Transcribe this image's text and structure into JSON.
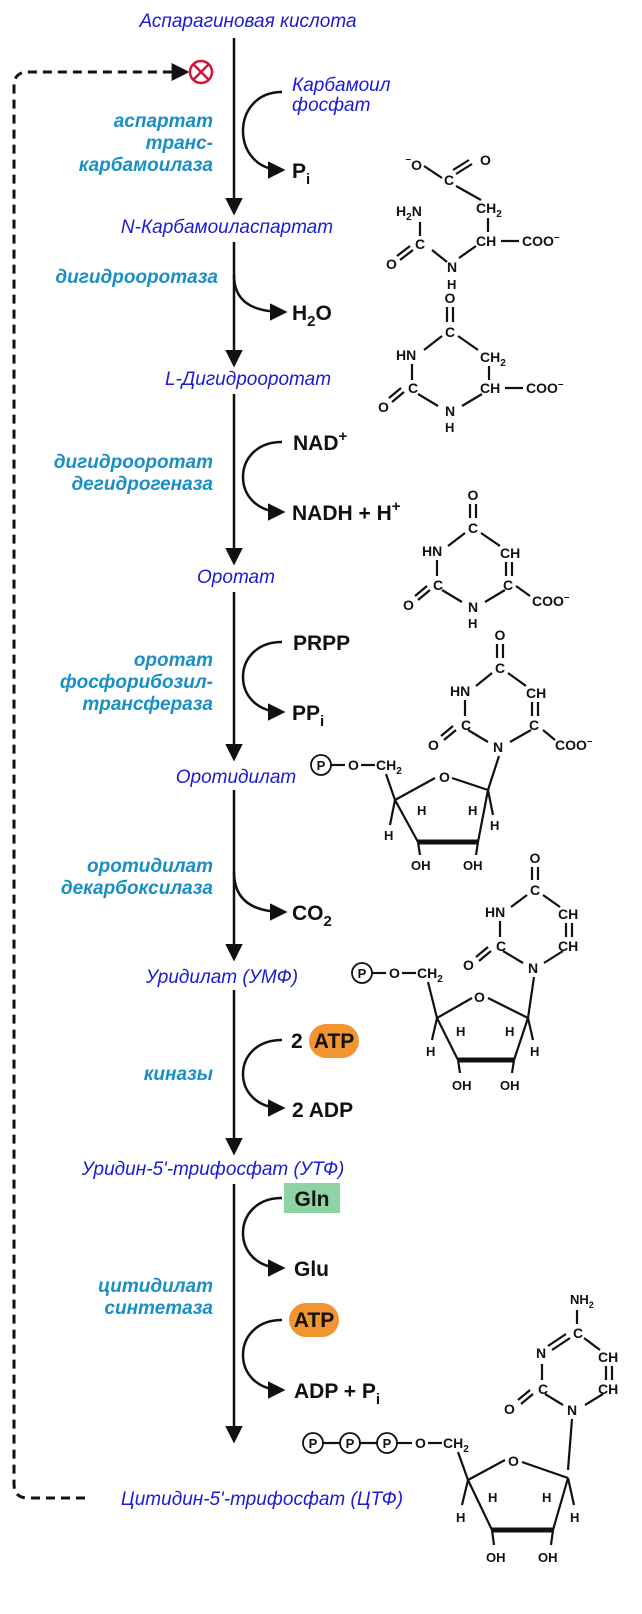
{
  "colors": {
    "metabolite": "#1b1bd0",
    "enzyme": "#1a8fc4",
    "atp_badge": "#f0952f",
    "gln_badge": "#8fd3a5",
    "inhibition": "#d0153c"
  },
  "metabolites": [
    "Аспарагиновая кислота",
    "N-Карбамоиласпартат",
    "L-Дигидрооротат",
    "Оротат",
    "Оротидилат",
    "Уридилат (УМФ)",
    "Уридин-5'-трифосфат (УТФ)",
    "Цитидин-5'-трифосфат (ЦТФ)"
  ],
  "enzymes": [
    [
      "аспартат",
      "транс-",
      "карбамоилаза"
    ],
    [
      "дигидрооротаза"
    ],
    [
      "дигидрооротат",
      "дегидрогеназа"
    ],
    [
      "оротат",
      "фосфорибозил-",
      "трансфераза"
    ],
    [
      "оротидилат",
      "декарбоксилаза"
    ],
    [
      "киназы"
    ],
    [
      "цитидилат",
      "синтетаза"
    ]
  ],
  "side_inputs": {
    "carbamoyl": [
      "Карбамоил",
      "фосфат"
    ],
    "nad": "NAD",
    "prpp": "PRPP",
    "atp_2": "2",
    "atp": "ATP",
    "gln": "Gln"
  },
  "side_outputs": {
    "pi": "P",
    "h2o": "H",
    "nadh": "NADH + H",
    "ppi": "PP",
    "co2": "CO",
    "adp_2": "2 ADP",
    "glu": "Glu",
    "adp_pi": "ADP + P"
  },
  "inhibition_symbol": "⊗",
  "structure_labels": {
    "o_minus": "O",
    "carbonyl_o": "O",
    "c": "C",
    "ch": "CH",
    "ch2": "CH",
    "h2n": "H",
    "hn": "HN",
    "n": "N",
    "h": "H",
    "coo": "COO",
    "nh2": "NH",
    "p": "P",
    "ch2_link": "CH",
    "o_link": "O",
    "oh": "OH"
  }
}
